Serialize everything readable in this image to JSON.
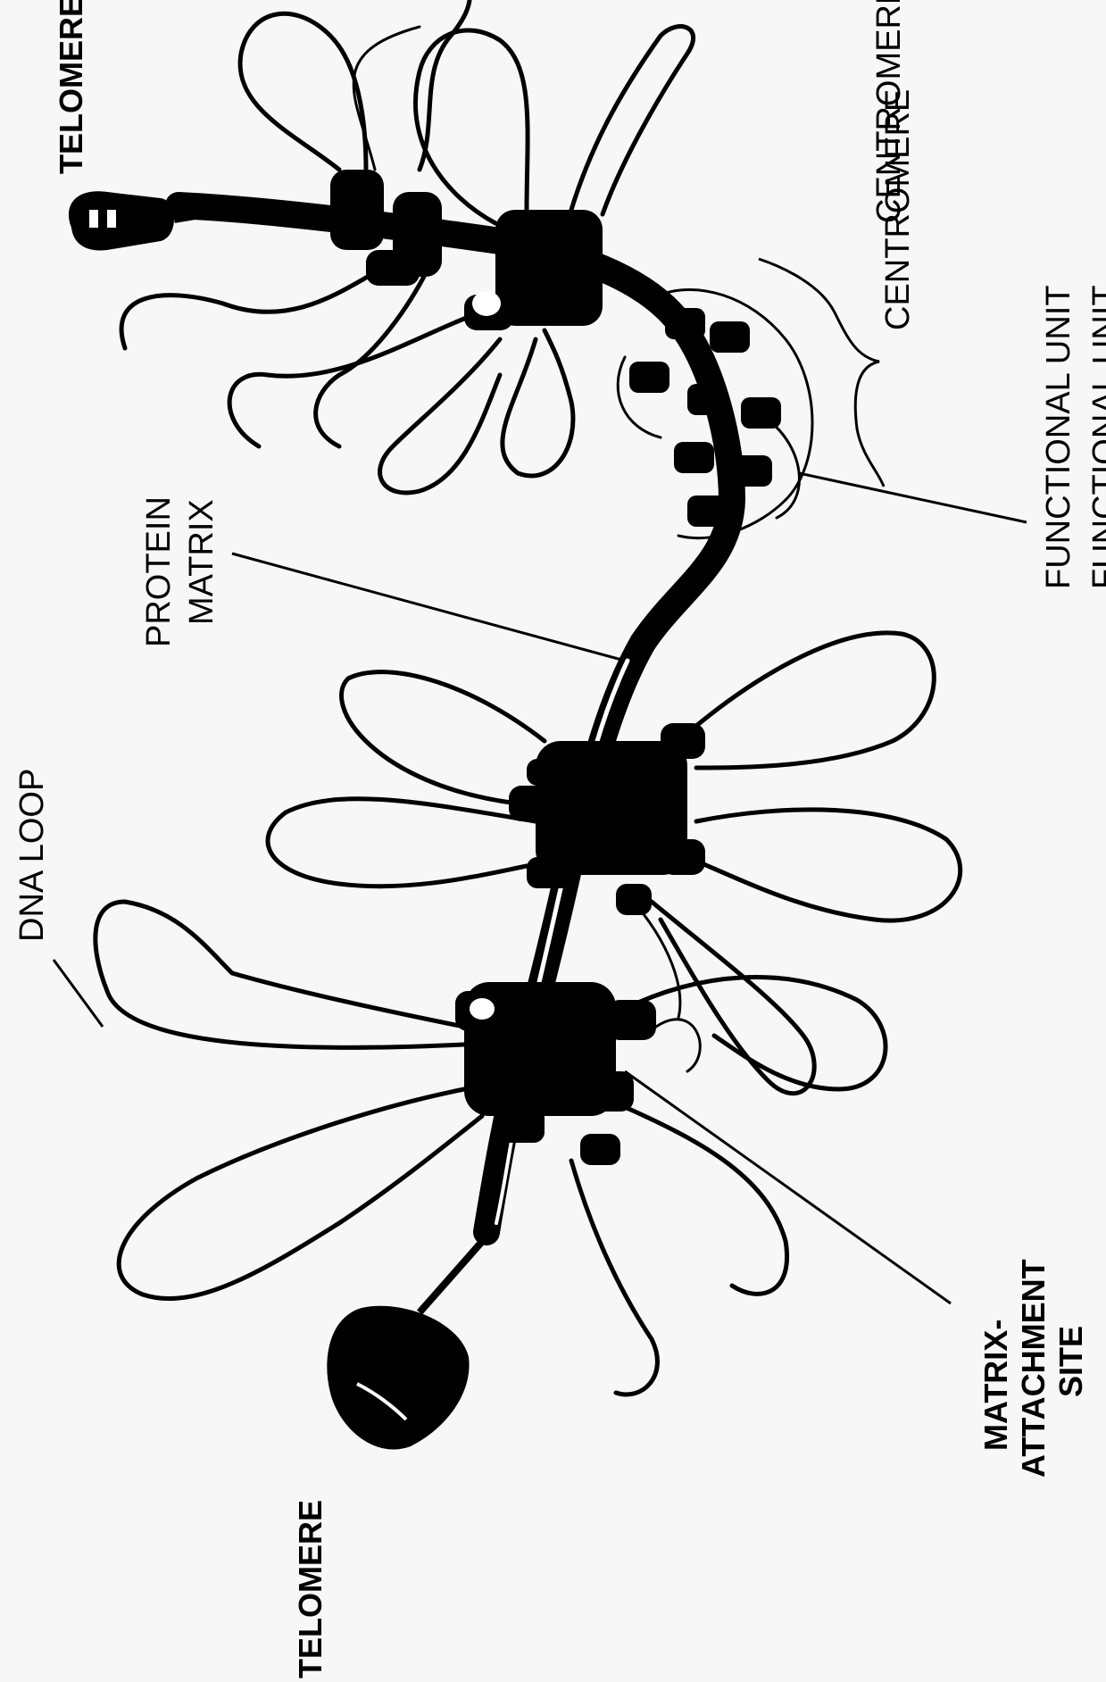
{
  "labels": {
    "telomere_top": "TELOMERE",
    "centromere": "CENTROMERE",
    "centromere_region": "CENTROMERE",
    "functional_unit": "FUNCTIONAL UNIT",
    "protein_matrix_line1": "PROTEIN",
    "protein_matrix_line2": "MATRIX",
    "functional_unit_b": "FUNCTIONAL UNIT",
    "dna_loop": "DNA LOOP",
    "matrix_attachment_line1": "MATRIX-",
    "matrix_attachment_line2": "ATTACHMENT",
    "matrix_attachment_line3": "SITE",
    "telomere_bottom": "TELOMERE"
  },
  "colors": {
    "background": "#f7f7f7",
    "ink": "#000000"
  }
}
